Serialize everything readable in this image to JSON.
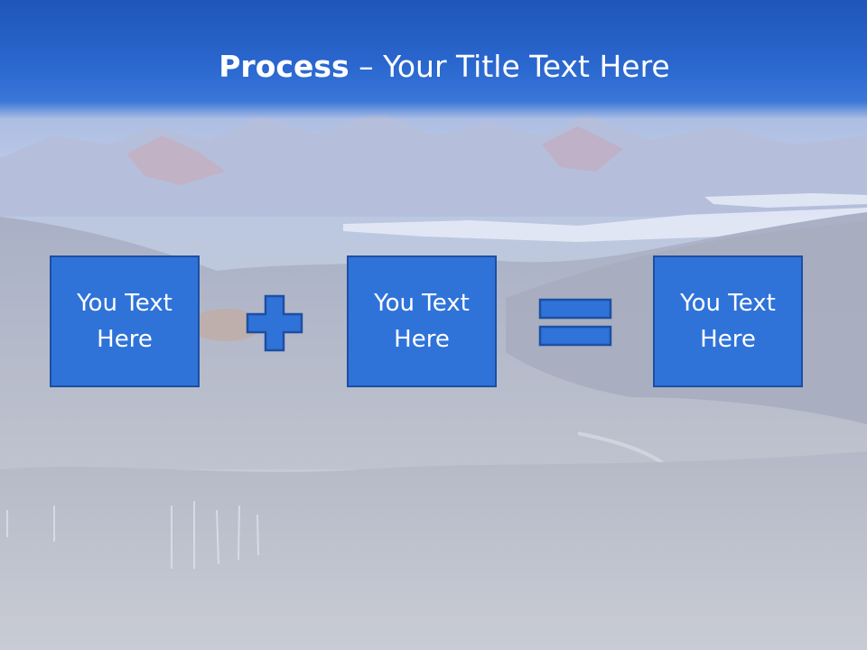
{
  "slide": {
    "title_bold": "Process",
    "title_dash": " – ",
    "title_rest": "Your Title Text Here",
    "boxes": [
      {
        "text": "You Text Here"
      },
      {
        "text": "You Text Here"
      },
      {
        "text": "You Text Here"
      }
    ],
    "operators": [
      "plus-icon",
      "equals-icon"
    ]
  },
  "colors": {
    "header_blue": "#2a67cf",
    "box_fill": "#2f73d9",
    "box_border": "#1d4fa2",
    "text": "#ffffff"
  }
}
